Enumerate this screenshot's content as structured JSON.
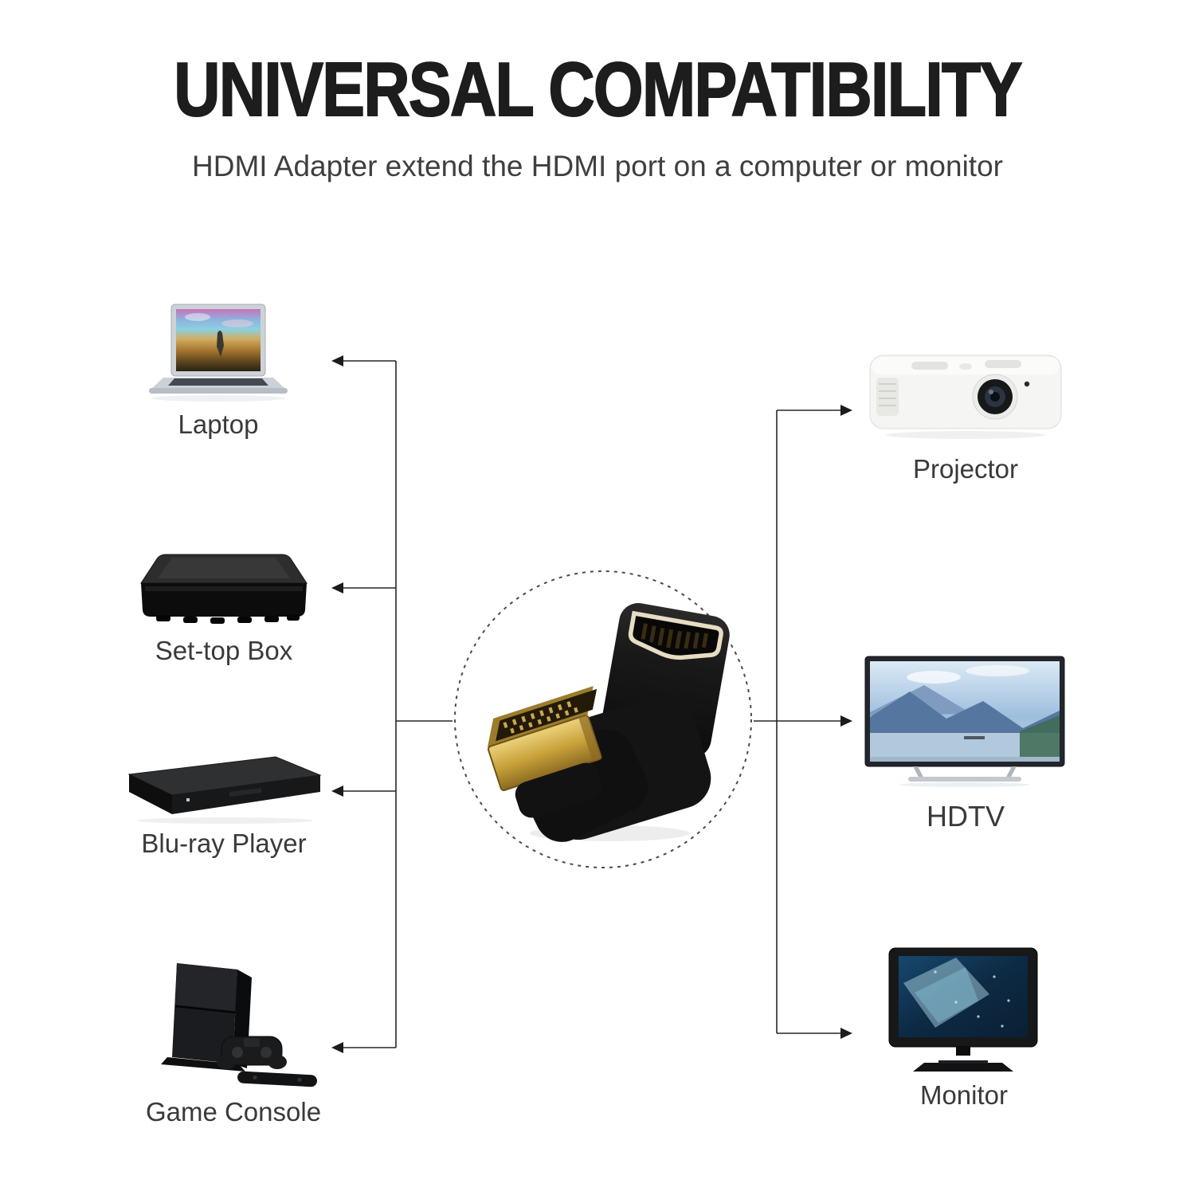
{
  "header": {
    "title": "UNIVERSAL COMPATIBILITY",
    "subtitle": "HDMI Adapter extend the HDMI port on a computer or monitor"
  },
  "devices": {
    "left": [
      {
        "label": "Laptop",
        "icon": "laptop-icon"
      },
      {
        "label": "Set-top Box",
        "icon": "set-top-box-icon"
      },
      {
        "label": "Blu-ray Player",
        "icon": "blu-ray-player-icon"
      },
      {
        "label": "Game Console",
        "icon": "game-console-icon"
      }
    ],
    "right": [
      {
        "label": "Projector",
        "icon": "projector-icon"
      },
      {
        "label": "HDTV",
        "icon": "hdtv-icon"
      },
      {
        "label": "Monitor",
        "icon": "monitor-icon"
      }
    ]
  },
  "center": {
    "icon": "hdmi-adapter-icon"
  },
  "colors": {
    "title_text": "#1d1d1d",
    "label_text": "#3a3a3a",
    "connector_line": "#262626",
    "adapter_body": "#161616",
    "adapter_gold": "#c9a23a",
    "circle_dash": "#4a4a4a"
  }
}
